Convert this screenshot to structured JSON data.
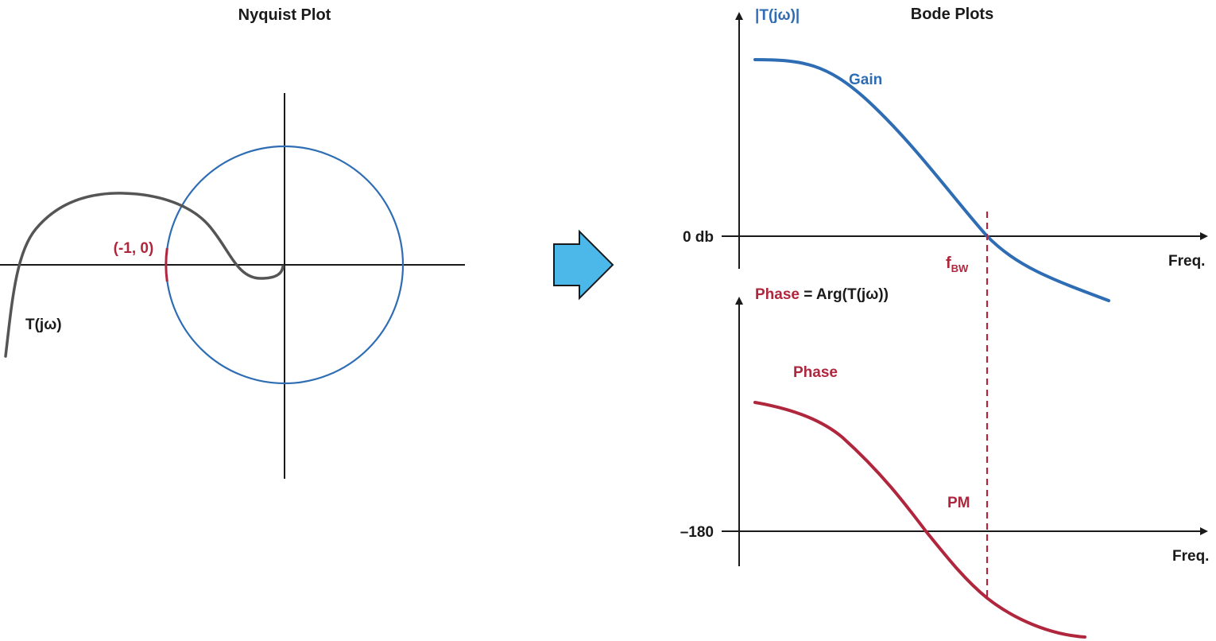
{
  "colors": {
    "gain_blue": "#2e6db4",
    "phase_red": "#b0263d",
    "nyquist_curve": "#555555",
    "axis": "#1a1a1a",
    "arrow_fill": "#4cb8ea"
  },
  "nyquist": {
    "title": "Nyquist Plot",
    "point_label": "(-1, 0)",
    "curve_label": "T(jω)"
  },
  "bode": {
    "title": "Bode Plots",
    "magnitude_axis_label": "|T(jω)|",
    "gain_label": "Gain",
    "zero_db_label": "0 db",
    "freq_label_top": "Freq.",
    "fbw_main": "f",
    "fbw_sub": "BW",
    "phase_axis_label_part1": "Phase",
    "phase_axis_label_part2": " = Arg(T(jω))",
    "phase_label": "Phase",
    "minus180_label": "–180",
    "pm_label": "PM",
    "freq_label_bottom": "Freq."
  }
}
